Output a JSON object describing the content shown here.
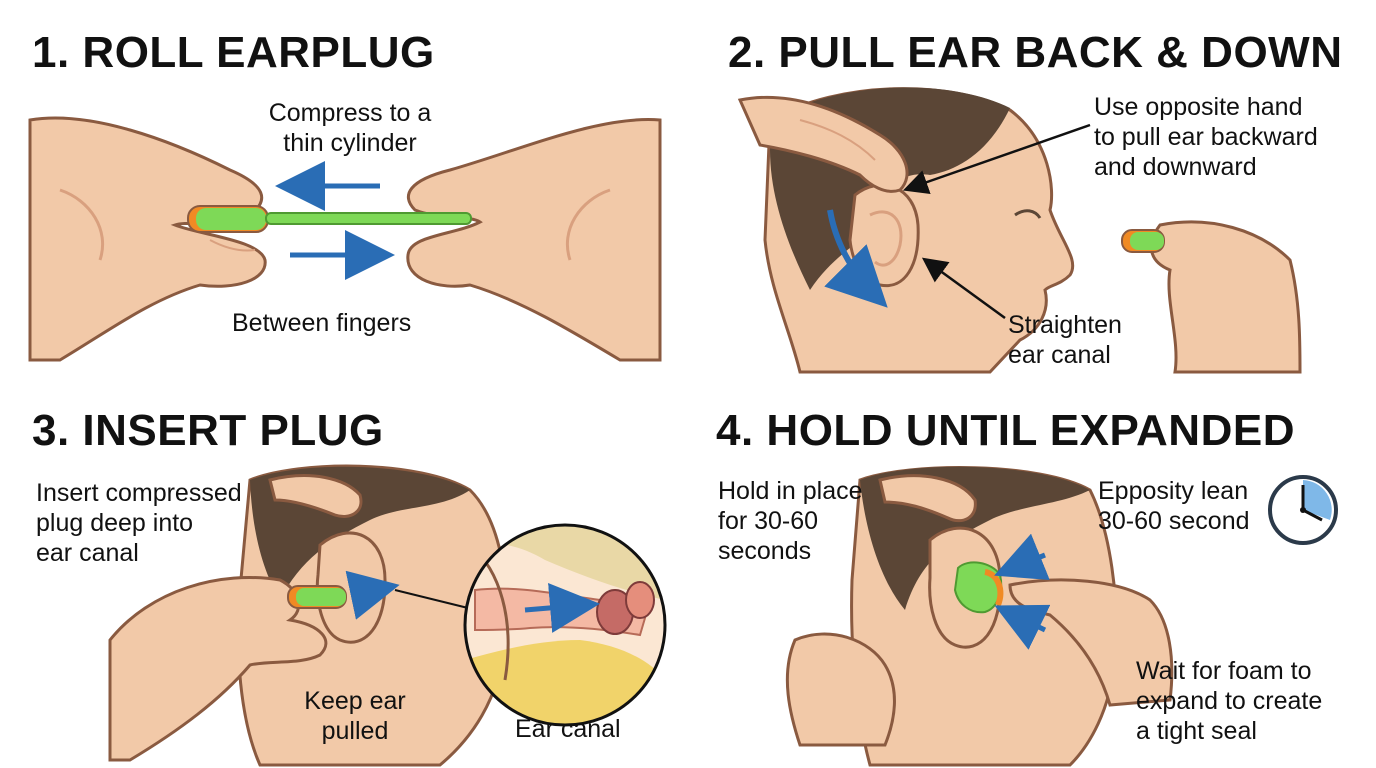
{
  "steps": [
    {
      "title": "1. ROLL EARPLUG",
      "labels": {
        "compress": "Compress to a\nthin cylinder",
        "fingers": "Between fingers"
      }
    },
    {
      "title": "2. PULL EAR BACK & DOWN",
      "labels": {
        "opposite_hand": "Use opposite hand\nto pull ear backward\nand downward",
        "straighten": "Straighten\near canal"
      }
    },
    {
      "title": "3. INSERT PLUG",
      "labels": {
        "insert": "Insert compressed\nplug deep into\near canal",
        "keep_pulled": "Keep ear\npulled",
        "ear_canal": "Ear canal"
      }
    },
    {
      "title": "4. HOLD UNTIL EXPANDED",
      "labels": {
        "hold": "Hold in place\nfor 30-60\nseconds",
        "epposity": "Epposity lean\n30-60 second",
        "wait": "Wait for foam to\nexpand to create\na tight seal"
      }
    }
  ],
  "colors": {
    "skin": "#f2c9a8",
    "skin_shadow": "#d9a07f",
    "outline": "#8a5a40",
    "hair": "#5b4636",
    "plug_green": "#7ed957",
    "plug_orange": "#f08a24",
    "arrow_blue": "#2a6db5",
    "text": "#111111"
  },
  "icons": [
    "clock-icon",
    "earplug-icon",
    "arrow-icon",
    "ear-canal-cross-section-icon"
  ]
}
